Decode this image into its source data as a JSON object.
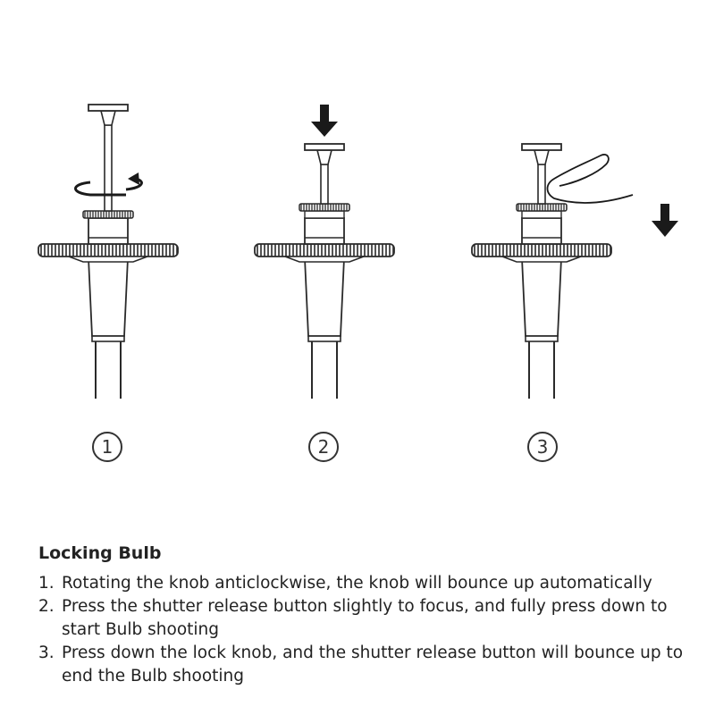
{
  "steps": [
    {
      "number": "1"
    },
    {
      "number": "2"
    },
    {
      "number": "3"
    }
  ],
  "instructions": {
    "title": "Locking Bulb",
    "items": [
      {
        "num": "1.",
        "text": "Rotating the knob anticlockwise, the knob will bounce up automatically"
      },
      {
        "num": "2.",
        "text": "Press the shutter release button slightly to focus, and fully press down to start Bulb shooting"
      },
      {
        "num": "3.",
        "text": "Press down the lock knob, and the shutter release button will bounce up to end the Bulb shooting"
      }
    ]
  },
  "icons": [
    "rotate-arrow-icon",
    "down-arrow-icon",
    "finger-icon"
  ],
  "colors": {
    "line": "#2a2a2a",
    "fill": "#ffffff"
  }
}
